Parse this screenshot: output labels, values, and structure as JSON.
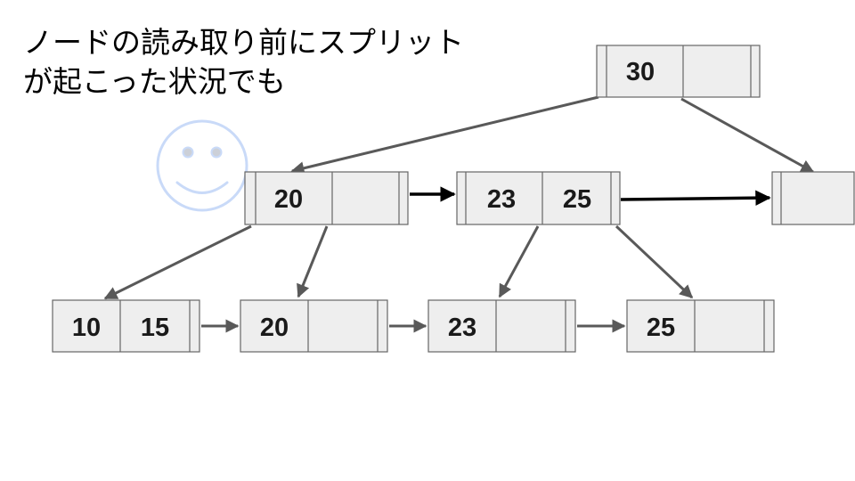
{
  "title": {
    "line1": "ノードの読み取り前にスプリット",
    "line2": "が起こった状況でも"
  },
  "colors": {
    "node_fill": "#eeeeee",
    "node_stroke": "#666666",
    "edge": "#595959",
    "sibling_edge": "#000000",
    "face": "#c9daf8"
  },
  "icons": {
    "face": "smiley-face-icon"
  },
  "nodes": {
    "root": {
      "keys": [
        "30",
        ""
      ]
    },
    "mid_a": {
      "keys": [
        "20",
        ""
      ]
    },
    "mid_b": {
      "keys": [
        "23",
        "25"
      ]
    },
    "mid_c": {
      "keys": [
        ""
      ]
    },
    "leaf_1": {
      "keys": [
        "10",
        "15"
      ]
    },
    "leaf_2": {
      "keys": [
        "20",
        ""
      ]
    },
    "leaf_3": {
      "keys": [
        "23",
        ""
      ]
    },
    "leaf_4": {
      "keys": [
        "25",
        ""
      ]
    }
  }
}
